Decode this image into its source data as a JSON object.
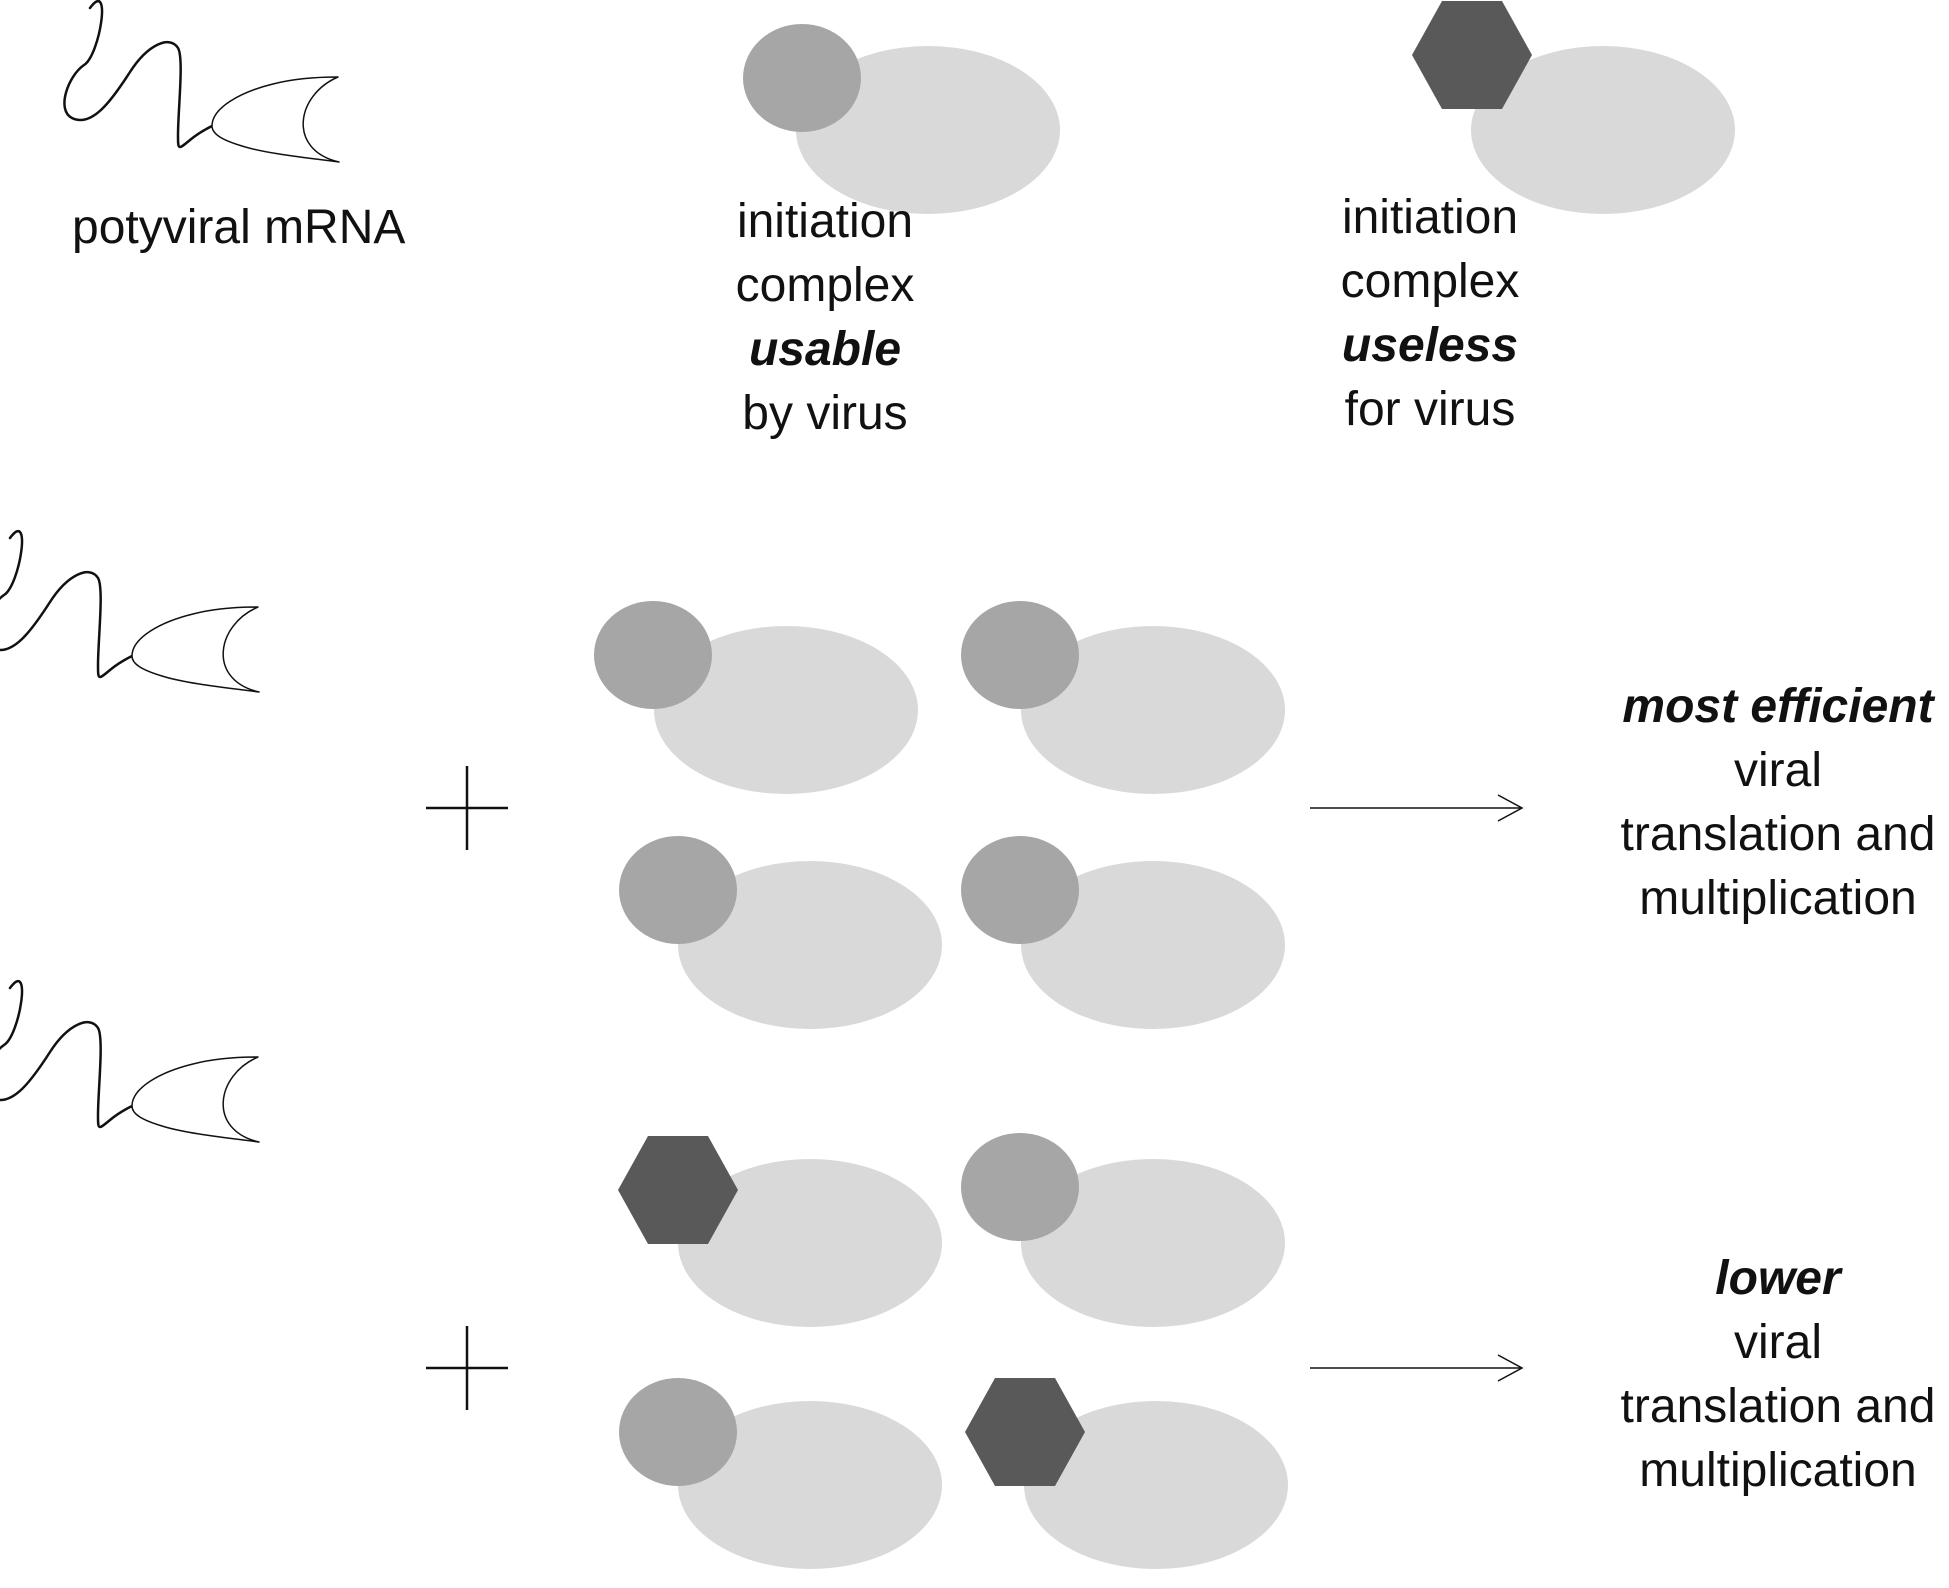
{
  "legend": {
    "mrna_label": "potyviral mRNA",
    "usable_complex": {
      "line1": "initiation",
      "line2": "complex",
      "emphasis": "usable",
      "line4": "by virus"
    },
    "useless_complex": {
      "line1": "initiation",
      "line2": "complex",
      "emphasis": "useless",
      "line4": "for virus"
    }
  },
  "scenario_efficient": {
    "complexes": [
      "usable",
      "usable",
      "usable",
      "usable"
    ],
    "result": {
      "emphasis": "most efficient",
      "line2": "viral",
      "line3": "translation and",
      "line4": "multiplication"
    }
  },
  "scenario_lower": {
    "complexes": [
      "useless",
      "usable",
      "usable",
      "useless"
    ],
    "result": {
      "emphasis": "lower",
      "line2": "viral",
      "line3": "translation and",
      "line4": "multiplication"
    }
  },
  "colors": {
    "large_subunit": "#d9d9d9",
    "usable_factor": "#a6a6a6",
    "useless_factor": "#595959",
    "line": "#111111"
  },
  "icons": {
    "mrna": "wavy-mrna-with-cap-icon",
    "usable": "round-factor-icon",
    "useless": "hexagon-factor-icon",
    "plus": "plus-icon",
    "arrow": "arrow-right-icon"
  }
}
